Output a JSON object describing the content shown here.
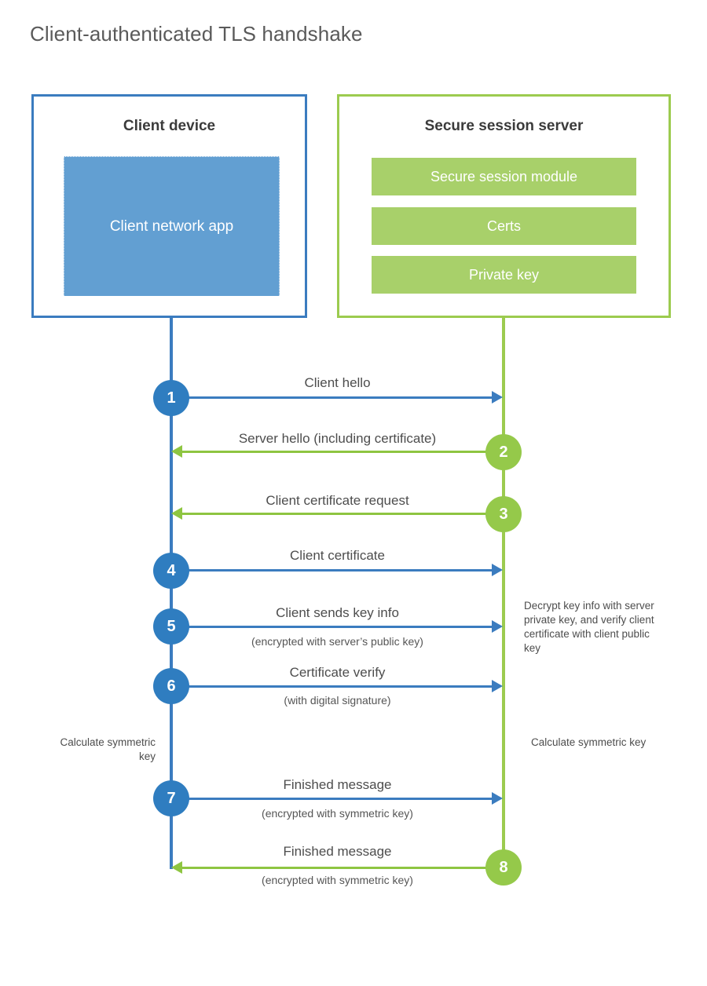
{
  "title": "Client-authenticated TLS handshake",
  "colors": {
    "client_blue": "#3b7cbf",
    "client_app_fill": "#629fd2",
    "server_green": "#9ccb4f",
    "server_bar_fill": "#a8d06a",
    "circle_blue": "#2f7dc0",
    "circle_green": "#95c94a",
    "text": "#4d4d4d"
  },
  "client": {
    "title": "Client device",
    "app_label": "Client network app"
  },
  "server": {
    "title": "Secure session server",
    "components": [
      {
        "label": "Secure session module"
      },
      {
        "label": "Certs"
      },
      {
        "label": "Private key"
      }
    ]
  },
  "notes": {
    "server_decrypt": "Decrypt key info with server private key, and verify client certificate with client public key",
    "client_calculate": "Calculate symmetric key",
    "server_calculate": "Calculate symmetric key"
  },
  "chart_data": {
    "type": "sequence-diagram",
    "title": "Client-authenticated TLS handshake",
    "actors": [
      "Client device",
      "Secure session server"
    ],
    "steps": [
      {
        "number": "1",
        "label": "Client hello",
        "sublabel": "",
        "direction": "client-to-server",
        "color": "blue"
      },
      {
        "number": "2",
        "label": "Server hello (including certificate)",
        "sublabel": "",
        "direction": "server-to-client",
        "color": "green"
      },
      {
        "number": "3",
        "label": "Client certificate request",
        "sublabel": "",
        "direction": "server-to-client",
        "color": "green"
      },
      {
        "number": "4",
        "label": "Client certificate",
        "sublabel": "",
        "direction": "client-to-server",
        "color": "blue"
      },
      {
        "number": "5",
        "label": "Client sends key info",
        "sublabel": "(encrypted with server’s public key)",
        "direction": "client-to-server",
        "color": "blue"
      },
      {
        "number": "6",
        "label": "Certificate verify",
        "sublabel": "(with digital signature)",
        "direction": "client-to-server",
        "color": "blue"
      },
      {
        "number": "7",
        "label": "Finished message",
        "sublabel": "(encrypted with symmetric key)",
        "direction": "client-to-server",
        "color": "blue"
      },
      {
        "number": "8",
        "label": "Finished message",
        "sublabel": "(encrypted with symmetric key)",
        "direction": "server-to-client",
        "color": "green"
      }
    ]
  }
}
